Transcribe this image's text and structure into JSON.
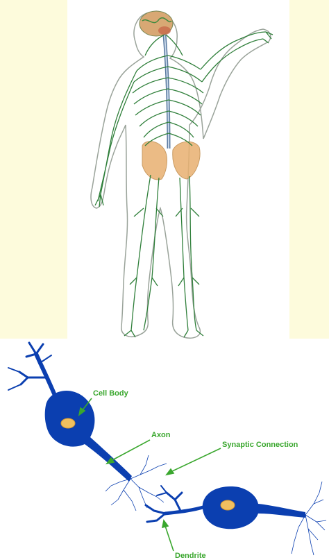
{
  "figure": {
    "nervous_system_illustration": "",
    "neuron_diagram": {
      "labels": {
        "cell_body": "Cell Body",
        "axon": "Axon",
        "synaptic_connection": "Synaptic Connection",
        "dendrite": "Dendrite"
      }
    }
  },
  "colors": {
    "background": "#fdfbdc",
    "nerve_green": "#2f7f3a",
    "outline": "#9aa39a",
    "neuron_blue": "#0b3fb0",
    "nucleus": "#f0c060",
    "label_green": "#3aa72e",
    "brain": "#d8a874",
    "pelvis": "#e8b070"
  }
}
